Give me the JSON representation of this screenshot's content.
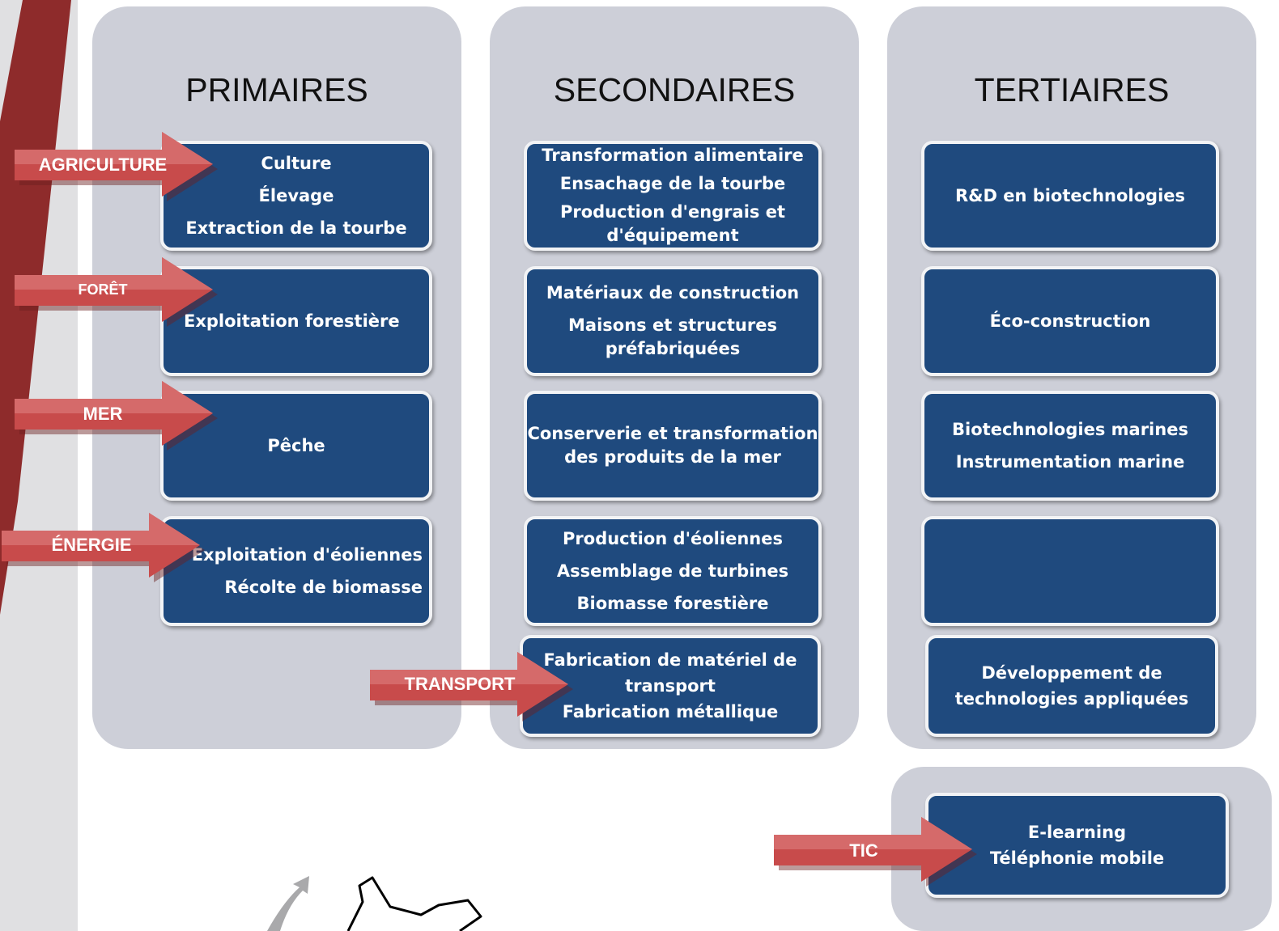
{
  "colors": {
    "column_bg": "#cdcfd8",
    "box_fill": "#1f4a7e",
    "box_border": "#f2f3f5",
    "arrow_fill": "#c84b4b",
    "side_bar": "#8e2b2b"
  },
  "columns": [
    {
      "title": "PRIMAIRES",
      "boxes": [
        {
          "lines": [
            "Culture",
            "Élevage",
            "Extraction de la tourbe"
          ]
        },
        {
          "lines": [
            "Exploitation forestière"
          ]
        },
        {
          "lines": [
            "Pêche"
          ]
        },
        {
          "lines": [
            "Exploitation d'éoliennes",
            "Récolte de biomasse"
          ]
        }
      ]
    },
    {
      "title": "SECONDAIRES",
      "boxes": [
        {
          "lines": [
            "Transformation alimentaire",
            "Ensachage de la tourbe",
            "Production d'engrais et",
            "d'équipement"
          ]
        },
        {
          "lines": [
            "Matériaux de construction",
            "Maisons et structures",
            "préfabriquées"
          ]
        },
        {
          "lines": [
            "Conserverie et transformation",
            "des produits de la mer"
          ]
        },
        {
          "lines": [
            "Production d'éoliennes",
            "Assemblage de turbines",
            "Biomasse forestière"
          ]
        },
        {
          "lines": [
            "Fabrication de matériel de",
            "transport",
            "Fabrication métallique"
          ]
        }
      ]
    },
    {
      "title": "TERTIAIRES",
      "boxes": [
        {
          "lines": [
            "R&D en biotechnologies"
          ]
        },
        {
          "lines": [
            "Éco-construction"
          ]
        },
        {
          "lines": [
            "Biotechnologies marines",
            "Instrumentation marine"
          ]
        },
        {
          "lines": []
        },
        {
          "lines": [
            "Développement de",
            "technologies appliquées"
          ]
        }
      ]
    }
  ],
  "tic_box": {
    "lines": [
      "E-learning",
      "Téléphonie mobile"
    ]
  },
  "arrows": [
    {
      "label": "AGRICULTURE"
    },
    {
      "label": "FORÊT"
    },
    {
      "label": "MER"
    },
    {
      "label": "ÉNERGIE"
    },
    {
      "label": "TRANSPORT"
    },
    {
      "label": "TIC"
    }
  ]
}
